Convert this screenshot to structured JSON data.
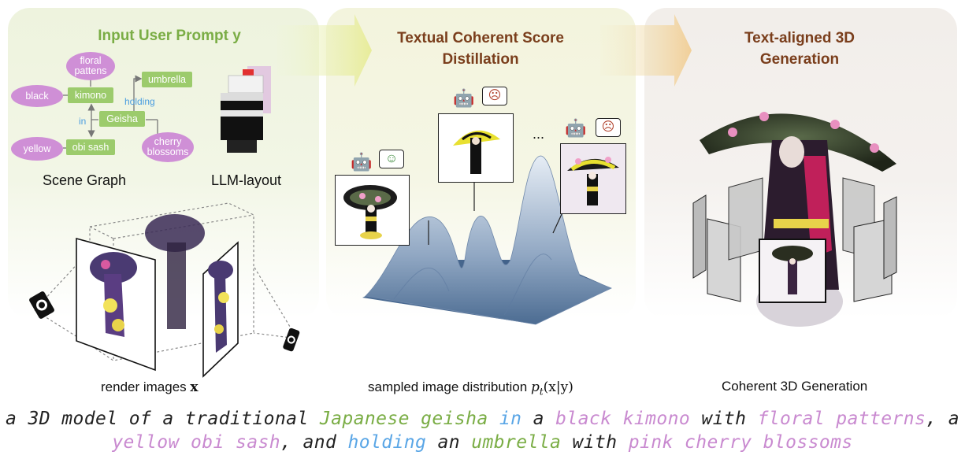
{
  "panels": {
    "input": {
      "title": "Input User Prompt y",
      "scene_graph_label": "Scene Graph",
      "layout_label": "LLM-layout",
      "render_label": "render images",
      "render_var": "x"
    },
    "tcsd": {
      "title_line1": "Textual Coherent Score",
      "title_line2": "Distillation",
      "ellipsis": "...",
      "dist_label": "sampled image distribution",
      "dist_var": "p",
      "dist_sub": "t",
      "dist_args": "(x|y)"
    },
    "gen": {
      "title_line1": "Text-aligned 3D",
      "title_line2": "Generation",
      "caption": "Coherent 3D Generation"
    }
  },
  "scene_graph": {
    "nodes": {
      "floral": "floral pattens",
      "black": "black",
      "kimono": "kimono",
      "umbrella": "umbrella",
      "geisha": "Geisha",
      "yellow": "yellow",
      "obi": "obi sash",
      "cherry": "cherry blossoms"
    },
    "edges": {
      "holding": "holding",
      "in": "in"
    }
  },
  "critics": {
    "happy": "☺",
    "sad1": "☹",
    "sad2": "☹"
  },
  "prompt": {
    "line1": [
      {
        "t": "a 3D model of a traditional ",
        "c": "b"
      },
      {
        "t": "Japanese geisha",
        "c": "g"
      },
      {
        "t": " ",
        "c": "b"
      },
      {
        "t": "in",
        "c": "bl"
      },
      {
        "t": " a ",
        "c": "b"
      },
      {
        "t": "black kimono",
        "c": "p"
      },
      {
        "t": " with ",
        "c": "b"
      },
      {
        "t": "floral patterns",
        "c": "p"
      },
      {
        "t": ", a",
        "c": "b"
      }
    ],
    "line2": [
      {
        "t": "yellow obi sash",
        "c": "p"
      },
      {
        "t": ", and ",
        "c": "b"
      },
      {
        "t": "holding",
        "c": "bl"
      },
      {
        "t": " an ",
        "c": "b"
      },
      {
        "t": "umbrella",
        "c": "g"
      },
      {
        "t": " with ",
        "c": "b"
      },
      {
        "t": "pink cherry blossoms",
        "c": "p"
      }
    ]
  },
  "colors": {
    "green": "#7aad45",
    "brown": "#7a3e1c",
    "purple": "#c98ad0",
    "blue": "#5aa6e6",
    "node_green": "#9ccb6c",
    "node_purple": "#cf8fd6"
  }
}
